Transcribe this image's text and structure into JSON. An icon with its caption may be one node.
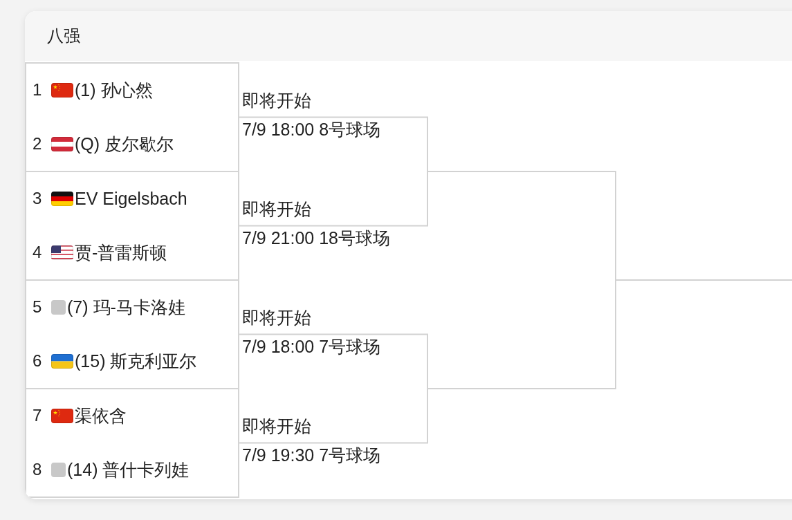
{
  "diagram": {
    "title": "八强",
    "nodes": [
      {
        "text": [
          "1",
          "(1) 孙心然",
          "2",
          "(Q) 皮尔歇尔"
        ],
        "beside": [
          "即将开始",
          "7/9 18:00 8号球场"
        ]
      },
      {
        "text": [
          "3",
          "EV Eigelsbach",
          "4",
          "贾-普雷斯顿"
        ],
        "beside": [
          "即将开始",
          "7/9 21:00 18号球场"
        ]
      },
      {
        "text": [
          "5",
          "(7) 玛-马卡洛娃",
          "6",
          "(15) 斯克利亚尔"
        ],
        "beside": [
          "即将开始",
          "7/9 18:00 7号球场"
        ]
      },
      {
        "text": [
          "7",
          "渠依含",
          "8",
          "(14) 普什卡列娃"
        ],
        "beside": [
          "即将开始",
          "7/9 19:30 7号球场"
        ]
      }
    ],
    "edges": [
      {
        "from": 0,
        "to": null,
        "arrow": "none"
      },
      {
        "from": 1,
        "to": null,
        "arrow": "none"
      },
      {
        "from": 2,
        "to": null,
        "arrow": "none"
      },
      {
        "from": 3,
        "to": null,
        "arrow": "none"
      }
    ]
  }
}
